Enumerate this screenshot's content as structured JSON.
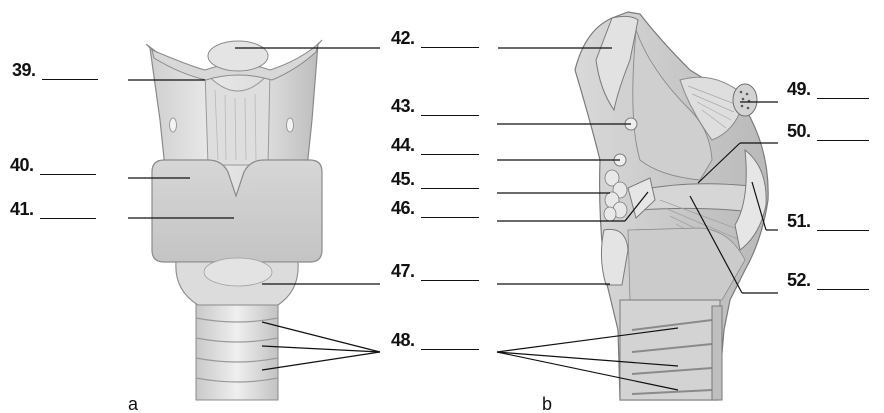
{
  "panels": {
    "a": {
      "letter": "a"
    },
    "b": {
      "letter": "b"
    }
  },
  "labels": [
    {
      "id": "39",
      "text": "39."
    },
    {
      "id": "40",
      "text": "40."
    },
    {
      "id": "41",
      "text": "41."
    },
    {
      "id": "42",
      "text": "42."
    },
    {
      "id": "43",
      "text": "43."
    },
    {
      "id": "44",
      "text": "44."
    },
    {
      "id": "45",
      "text": "45."
    },
    {
      "id": "46",
      "text": "46."
    },
    {
      "id": "47",
      "text": "47."
    },
    {
      "id": "48",
      "text": "48."
    },
    {
      "id": "49",
      "text": "49."
    },
    {
      "id": "50",
      "text": "50."
    },
    {
      "id": "51",
      "text": "51."
    },
    {
      "id": "52",
      "text": "52."
    }
  ],
  "colors": {
    "tissue_light": "#e9e9e9",
    "tissue_mid": "#cfcfcf",
    "tissue_dark": "#a9a9a9",
    "outline": "#6e6e6e",
    "line": "#111111"
  }
}
